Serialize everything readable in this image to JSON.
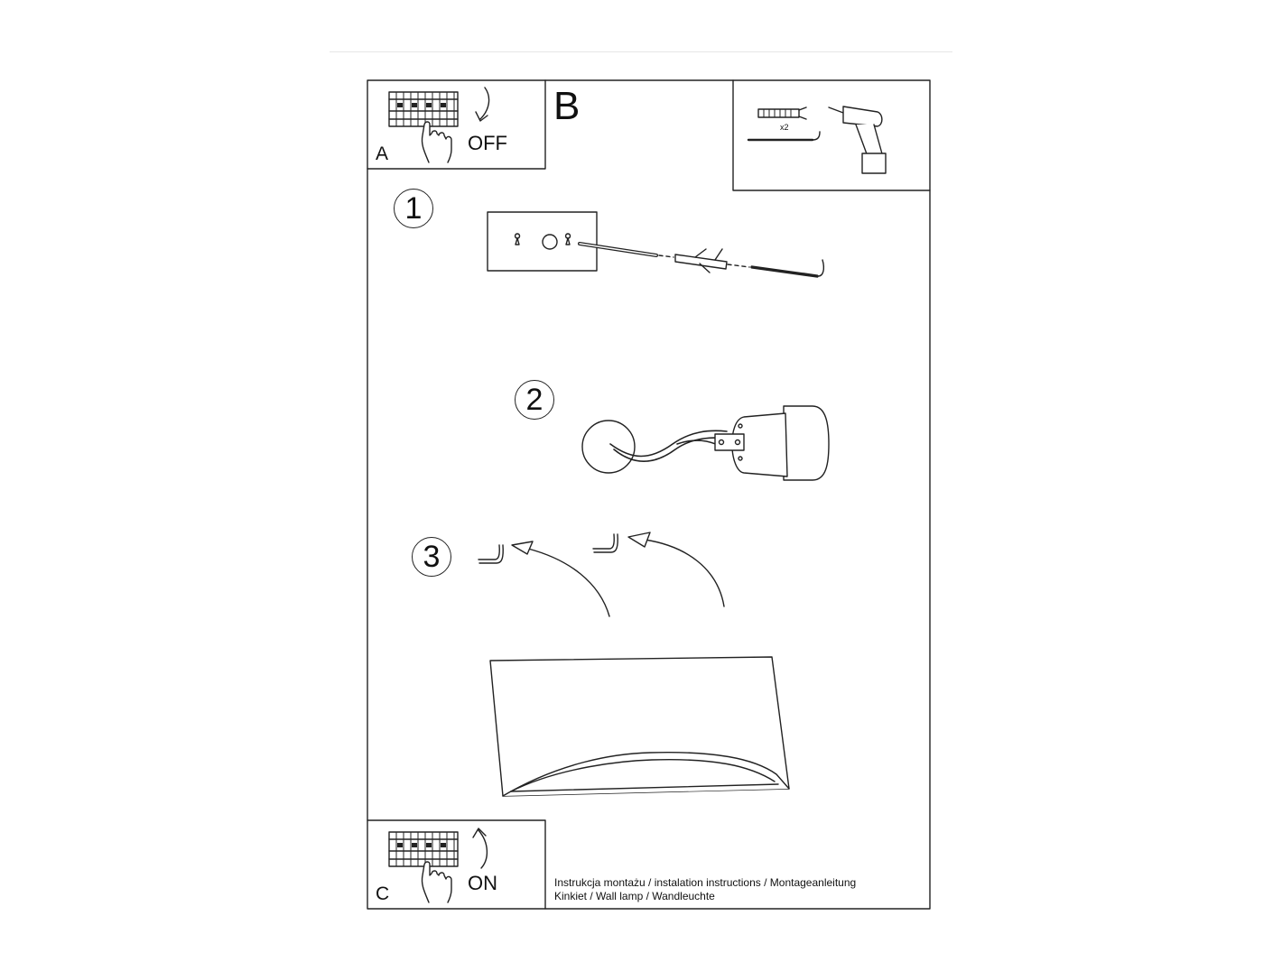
{
  "panels": {
    "power_off": {
      "letter": "A",
      "action": "OFF"
    },
    "tools": {
      "letter": "B",
      "quantity": "x2"
    },
    "power_on": {
      "letter": "C",
      "action": "ON"
    }
  },
  "steps": [
    {
      "number": "1"
    },
    {
      "number": "2"
    },
    {
      "number": "3"
    }
  ],
  "footer": {
    "line1": "Instrukcja montażu / instalation instructions / Montageanleitung",
    "line2": "Kinkiet / Wall lamp / Wandleuchte"
  }
}
